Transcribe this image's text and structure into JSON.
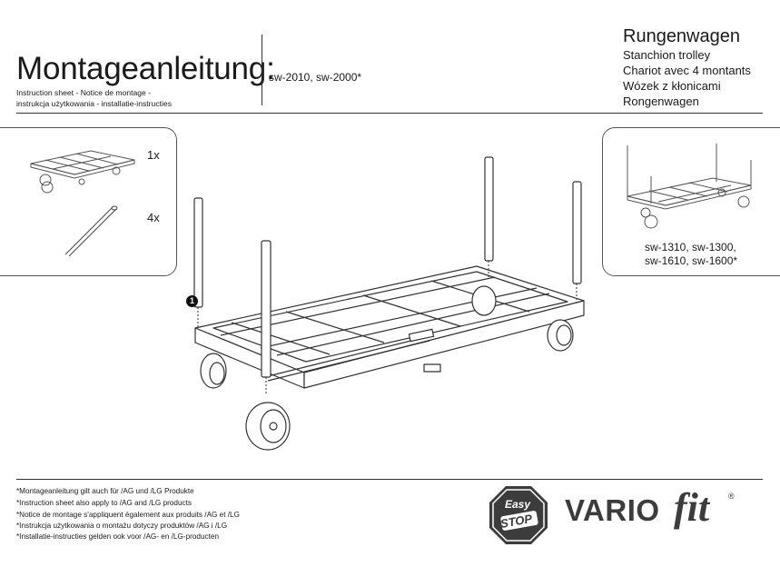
{
  "header": {
    "title": "Montageanleitung:",
    "subtitle_line1": "Instruction sheet - Notice de montage  -",
    "subtitle_line2": "instrukcja użytkowania - installatie-instructies",
    "models": "sw-2010, sw-2000*"
  },
  "product": {
    "name": "Rungenwagen",
    "names": [
      "Stanchion trolley",
      "Chariot avec 4 montants",
      "Wózek z kłonicami",
      "Rongenwagen"
    ]
  },
  "parts": [
    {
      "qty": "1x",
      "icon": "trolley-frame-icon"
    },
    {
      "qty": "4x",
      "icon": "stanchion-post-icon"
    }
  ],
  "step": {
    "number": "1"
  },
  "variants": {
    "line1": "sw-1310, sw-1300,",
    "line2": "sw-1610, sw-1600*"
  },
  "footer": {
    "notes": [
      "*Montageanleitung gilt auch für /AG und /LG Produkte",
      "*Instruction sheet also apply to /AG and /LG products",
      "*Notice de montage s'appliquent également aux produits /AG et /LG",
      "*Instrukcja użytkowania o montażu dotyczy produktów /AG i /LG",
      "*Installatie-instructies gelden ook voor /AG- en /LG-producten"
    ],
    "easystop_line1": "Easy",
    "easystop_line2": "STOP",
    "brand_vario": "VARIO",
    "brand_fit": "fit",
    "brand_mark": "®"
  },
  "colors": {
    "ink": "#1a1a1a",
    "logo_grey": "#3c3c3c"
  }
}
